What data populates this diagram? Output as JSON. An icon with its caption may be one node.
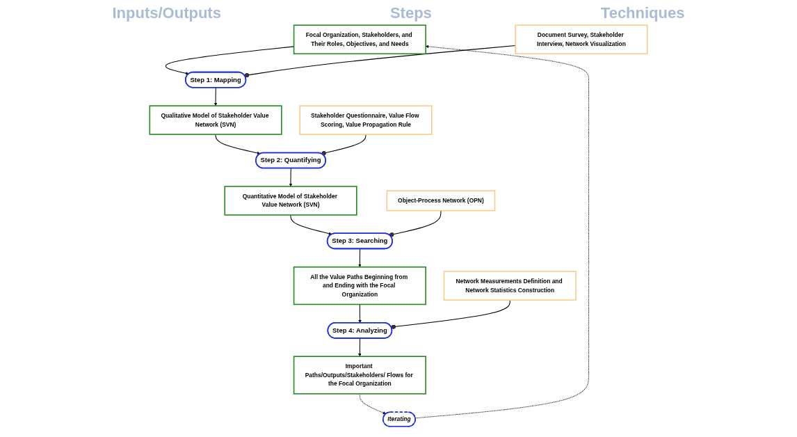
{
  "diagram": {
    "nodes": [
      {
        "text": [
          "Focal Organization, Stakeholders, and Their Roles, Objectives, and Needs"
        ]
      },
      {
        "text": [
          "Step 1: Mapping"
        ]
      },
      {
        "text": [
          "Document Survey, Stakeholder Interview, Network Visualization"
        ]
      },
      {
        "text": [
          "Qualitative Model of Stakeholder Value Network (SVN)"
        ]
      },
      {
        "text": [
          "Step 2: Quantifying"
        ]
      },
      {
        "text": [
          "Stakeholder Questionnaire, Value Flow Scoring, Value Propagation Rule"
        ]
      },
      {
        "text": [
          "Quantitative Model of Stakeholder Value Network (SVN)"
        ]
      },
      {
        "text": [
          "Step 3: Searching"
        ]
      },
      {
        "text": [
          "Object-Process Network (OPN)"
        ]
      },
      {
        "text": [
          "All the Value Paths Beginning from and Ending with the Focal Organization"
        ]
      },
      {
        "text": [
          "Step 4: Analyzing"
        ]
      },
      {
        "text": [
          "Network Measurements Definition and Network Statistics Construction"
        ]
      },
      {
        "text": [
          "Important Paths/Outputs/Stakeholders/ Flows for the Focal Organization"
        ]
      },
      {
        "text": [
          "Iterating"
        ]
      }
    ],
    "edges": [
      {
        "from": 0,
        "to": 1,
        "arrow": "to"
      },
      {
        "from": 1,
        "to": 3,
        "arrow": "to"
      },
      {
        "from": 2,
        "to": 1,
        "arrow": "other"
      },
      {
        "from": 3,
        "to": 4,
        "arrow": "to"
      },
      {
        "from": 4,
        "to": 6,
        "arrow": "to"
      },
      {
        "from": 5,
        "to": 4,
        "arrow": "other"
      },
      {
        "from": 6,
        "to": 7,
        "arrow": "to"
      },
      {
        "from": 7,
        "to": 9,
        "arrow": "to"
      },
      {
        "from": 8,
        "to": 7,
        "arrow": "other"
      },
      {
        "from": 9,
        "to": 10,
        "arrow": "to"
      },
      {
        "from": 10,
        "to": 12,
        "arrow": "to"
      },
      {
        "from": 11,
        "to": 10,
        "arrow": "other"
      },
      {
        "from": 12,
        "to": 13,
        "arrow": "to",
        "style": "dashed"
      },
      {
        "from": 13,
        "to": 0,
        "arrow": "to",
        "style": "dashed"
      }
    ],
    "labels": [
      "Inputs/Outputs",
      "Steps",
      "Techniques"
    ]
  }
}
